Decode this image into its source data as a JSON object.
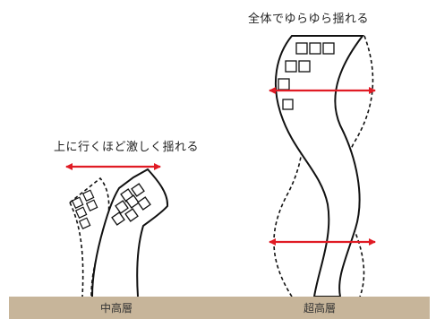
{
  "captions": {
    "high_rise_effect": "全体でゆらゆら揺れる",
    "mid_rise_effect": "上に行くほど激しく揺れる"
  },
  "ground": {
    "mid_rise_label": "中高層",
    "high_rise_label": "超高層"
  },
  "colors": {
    "arrow": "#e01b24",
    "outline": "#111111",
    "ground": "#c7b59a",
    "text": "#222222"
  }
}
